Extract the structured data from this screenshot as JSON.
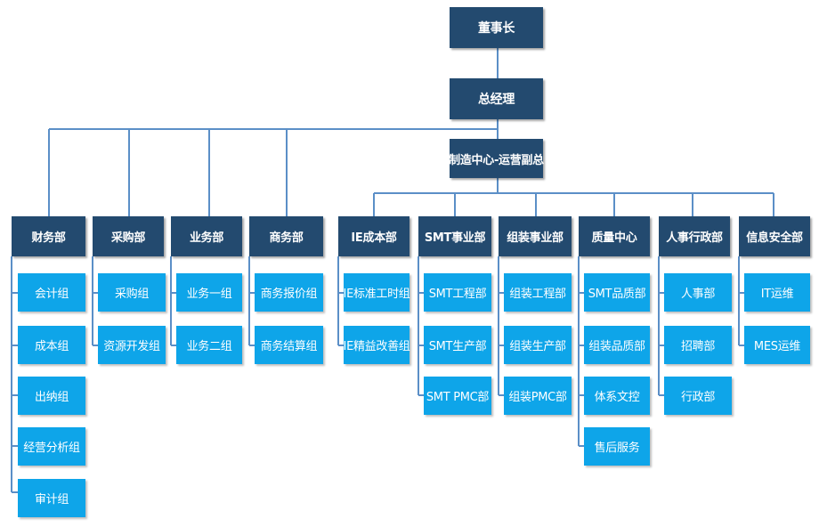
{
  "chairman": "董事长",
  "general_manager": "总经理",
  "vp_manufacturing": "制造中心-运营副总",
  "departments": [
    {
      "name": "财务部",
      "teams": [
        "会计组",
        "成本组",
        "出纳组",
        "经营分析组",
        "审计组"
      ]
    },
    {
      "name": "采购部",
      "teams": [
        "采购组",
        "资源开发组"
      ]
    },
    {
      "name": "业务部",
      "teams": [
        "业务一组",
        "业务二组"
      ]
    },
    {
      "name": "商务部",
      "teams": [
        "商务报价组",
        "商务结算组"
      ]
    },
    {
      "name": "IE成本部",
      "teams": [
        "IE标准工时组",
        "IE精益改善组"
      ]
    },
    {
      "name": "SMT事业部",
      "teams": [
        "SMT工程部",
        "SMT生产部",
        "SMT PMC部"
      ]
    },
    {
      "name": "组装事业部",
      "teams": [
        "组装工程部",
        "组装生产部",
        "组装PMC部"
      ]
    },
    {
      "name": "质量中心",
      "teams": [
        "SMT品质部",
        "组装品质部",
        "体系文控",
        "售后服务"
      ]
    },
    {
      "name": "人事行政部",
      "teams": [
        "人事部",
        "招聘部",
        "行政部"
      ]
    },
    {
      "name": "信息安全部",
      "teams": [
        "IT运维",
        "MES运维"
      ]
    }
  ],
  "colors": {
    "dark": "#234a6f",
    "light": "#0ea5e9",
    "line": "#5b8fc7"
  }
}
